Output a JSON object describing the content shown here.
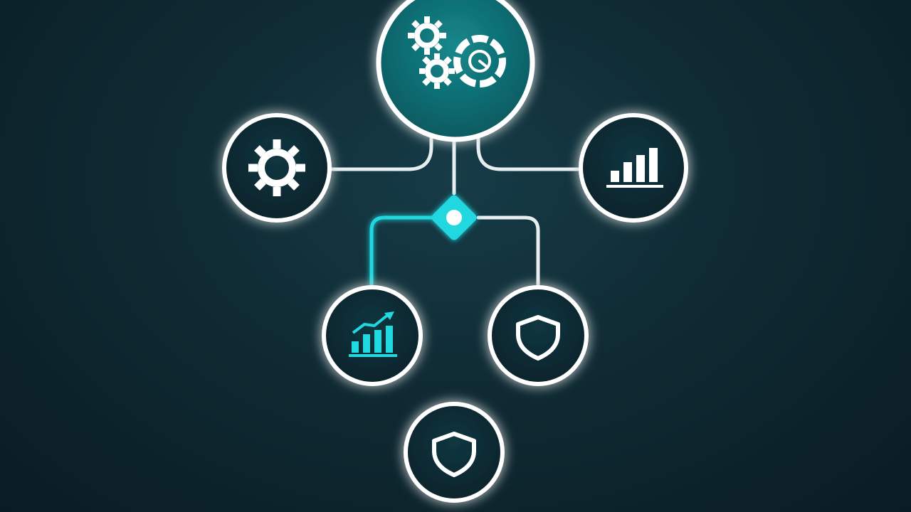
{
  "theme": {
    "background": "#10303a",
    "node_fill": "#0d2a33",
    "hub_fill": "#0e6f74",
    "node_stroke": "#ffffff",
    "accent": "#20d8e0",
    "white_line": "#e8eef0"
  },
  "diagram": {
    "type": "hierarchy-network",
    "nodes": [
      {
        "id": "hub",
        "icon": "gears-dial-icon",
        "style": "hub"
      },
      {
        "id": "left",
        "icon": "gear-icon",
        "style": "dark"
      },
      {
        "id": "right",
        "icon": "bar-chart-icon",
        "style": "dark"
      },
      {
        "id": "junction",
        "icon": "junction-diamond-icon",
        "style": "accent"
      },
      {
        "id": "lower-left",
        "icon": "growth-chart-icon",
        "style": "dark"
      },
      {
        "id": "lower-right",
        "icon": "shield-icon",
        "style": "dark"
      },
      {
        "id": "bottom",
        "icon": "shield-icon",
        "style": "dark"
      }
    ],
    "edges": [
      {
        "from": "hub",
        "to": "left",
        "color": "white"
      },
      {
        "from": "hub",
        "to": "right",
        "color": "white"
      },
      {
        "from": "hub",
        "to": "junction",
        "color": "white"
      },
      {
        "from": "junction",
        "to": "lower-left",
        "color": "accent"
      },
      {
        "from": "junction",
        "to": "lower-right",
        "color": "white"
      },
      {
        "from": "junction",
        "to": "bottom",
        "color": "accent"
      }
    ]
  }
}
